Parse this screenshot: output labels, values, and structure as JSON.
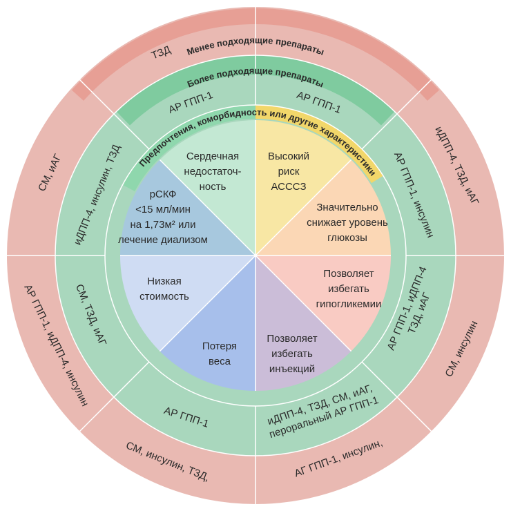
{
  "outer_band": {
    "title": "Менее подходящие препараты"
  },
  "middle_band": {
    "title": "Более подходящие препараты"
  },
  "inner_band": {
    "title": "Предпочтения, коморбидность или другие характеристики"
  },
  "colors": {
    "outer": "#e9b9b2",
    "outer_band": "#e79f95",
    "middle": "#a9d7bd",
    "middle_band": "#7fcb9f",
    "inner_band_left": "#8fd7ad",
    "inner_band_right": "#f2d76a",
    "divider": "#ffffff"
  },
  "sectors": [
    {
      "id": "heart-failure",
      "label": [
        "Сердечная",
        "недостаточ-",
        "ность"
      ],
      "color": "#c3e8d3",
      "middle": [
        "АР ГПП-1"
      ],
      "outer": [
        "ТЗД"
      ]
    },
    {
      "id": "ascvd-risk",
      "label": [
        "Высокий",
        "риск",
        "АСССЗ"
      ],
      "color": "#f8e7a4",
      "middle": [
        "АР ГПП-1"
      ],
      "outer": []
    },
    {
      "id": "glucose-lowering",
      "label": [
        "Значительно",
        "снижает уровень",
        "глюкозы"
      ],
      "color": "#fbd7b5",
      "middle": [
        "АР ГПП-1, инсулин"
      ],
      "outer": [
        "иДПП-4, ТЗД, иАГ"
      ]
    },
    {
      "id": "avoid-hypoglycemia",
      "label": [
        "Позволяет",
        "избегать",
        "гипогликемии"
      ],
      "color": "#f9cbc3",
      "middle": [
        "АР ГПП-1, иДПП-4",
        "ТЗД, иАГ"
      ],
      "outer": [
        "СМ, инсулин"
      ]
    },
    {
      "id": "avoid-injections",
      "label": [
        "Позволяет",
        "избегать",
        "инъекций"
      ],
      "color": "#cbbdd8",
      "middle": [
        "иДПП-4, ТЗД, СМ, иАГ,",
        "пероральный АР ГПП-1"
      ],
      "outer": [
        "АГ ГПП-1, инсулин,"
      ]
    },
    {
      "id": "weight-loss",
      "label": [
        "Потеря",
        "веса"
      ],
      "color": "#a7bfeb",
      "middle": [
        "АР ГПП-1"
      ],
      "outer": [
        "СМ, инсулин, ТЗД,"
      ]
    },
    {
      "id": "low-cost",
      "label": [
        "Низкая",
        "стоимость"
      ],
      "color": "#cfdcf3",
      "middle": [
        "СМ, ТЗД, иАГ"
      ],
      "outer": [
        "АР ГПП-1, иДПП-4, инсулин"
      ]
    },
    {
      "id": "egfr",
      "label": [
        "рСКФ",
        "<15 мл/мин",
        "на 1,73м² или",
        "лечение диализом"
      ],
      "color": "#a7c8de",
      "middle": [
        "иДПП-4, инсулин, ТЗД"
      ],
      "outer": [
        "СМ, иАГ"
      ]
    }
  ]
}
